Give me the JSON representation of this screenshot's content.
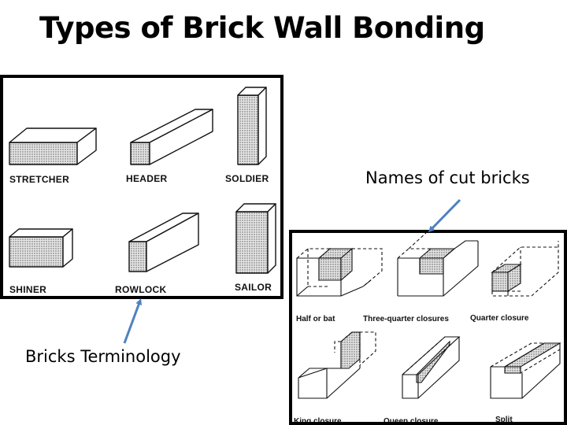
{
  "title": "Types of Brick Wall Bonding",
  "terminology_panel": {
    "labels": [
      "STRETCHER",
      "HEADER",
      "SOLDIER",
      "SHINER",
      "ROWLOCK",
      "SAILOR"
    ]
  },
  "cut_bricks_panel": {
    "labels": [
      "Half or bat",
      "Three-quarter closures",
      "Quarter closure",
      "King closure",
      "Queen closure",
      "Split"
    ]
  },
  "captions": {
    "terminology": "Bricks Terminology",
    "cut_bricks": "Names of cut bricks"
  },
  "colors": {
    "arrow": "#4f81bd",
    "text": "#000000",
    "shading": "#d9d9d9"
  }
}
